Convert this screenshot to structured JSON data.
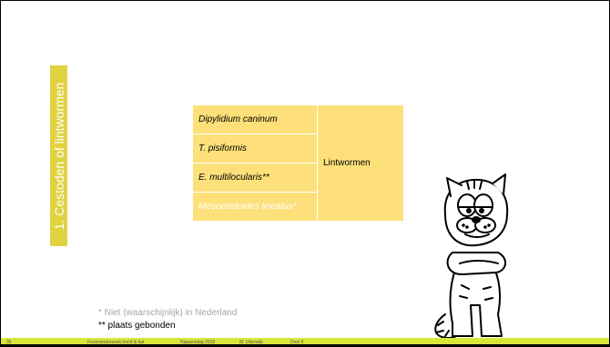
{
  "slide": {
    "section_title": "1. Cestoden of lintwormen",
    "accent_color": "#e1d240",
    "table_color": "#fde07a",
    "footer_color": "#d8e63a"
  },
  "table": {
    "rows": [
      {
        "name": "Dipylidium caninum"
      },
      {
        "name": "T. pisiformis"
      },
      {
        "name": "E. multilocularis**"
      },
      {
        "name": "Mesocestoides lineatus*"
      }
    ],
    "group_label": "Lintwormen"
  },
  "footnotes": {
    "note1": "* Niet (waarschijnlijk) in Nederland",
    "note2": "** plaats gebonden"
  },
  "footer": {
    "page_number": "35",
    "course": "Fecesonderzoek hond & kat",
    "date": "Najaarsdag 2018",
    "author": "M. Uiterwijk",
    "part": "Deel II"
  },
  "illustration": {
    "icon": "garfield-cartoon"
  }
}
